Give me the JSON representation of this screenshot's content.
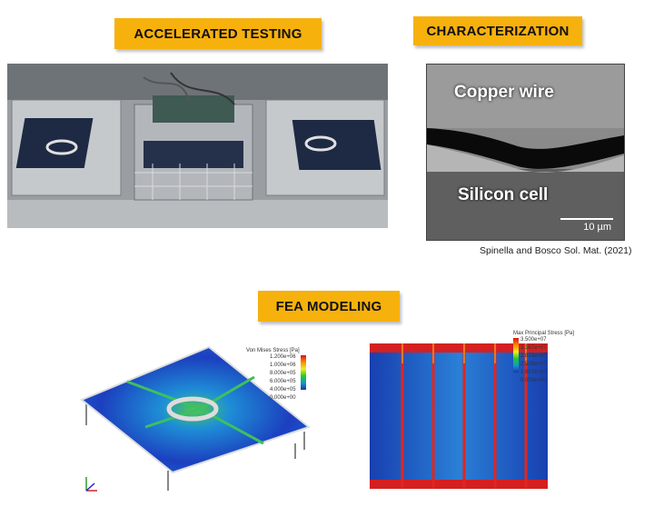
{
  "banners": {
    "accelerated": "ACCELERATED TESTING",
    "characterization": "CHARACTERIZATION",
    "fea": "FEA MODELING"
  },
  "sem": {
    "copper": "Copper wire",
    "silicon": "Silicon cell",
    "scale": "10 µm"
  },
  "citation": "Spinella and Bosco Sol. Mat. (2021)",
  "fea_left": {
    "title": "Von Mises Stress [Pa]",
    "ticks": [
      "1.200e+06",
      "1.000e+06",
      "8.000e+05",
      "6.000e+05",
      "4.000e+05",
      "0.000e+00"
    ]
  },
  "fea_right": {
    "title": "Max Principal Stress [Pa]",
    "ticks": [
      "3.500e+07",
      "3.167e+07",
      "2.833e+07",
      "2.500e+07",
      "1.667e+07",
      "0.000e+00"
    ]
  },
  "colors": {
    "banner": "#f7b10d"
  }
}
